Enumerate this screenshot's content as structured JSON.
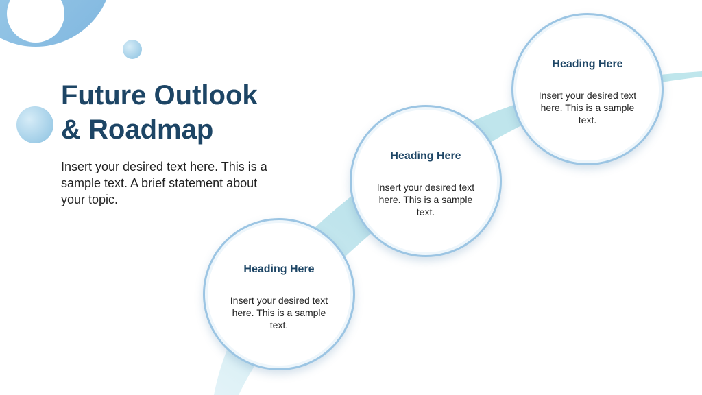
{
  "slide": {
    "title_line1": "Future Outlook",
    "title_line2": "& Roadmap",
    "intro": "Insert your desired text here. This is a sample text. A brief statement about your topic."
  },
  "steps": [
    {
      "heading": "Heading Here",
      "text": "Insert your desired text here. This is a sample text."
    },
    {
      "heading": "Heading Here",
      "text": "Insert your desired text here. This is a sample text."
    },
    {
      "heading": "Heading Here",
      "text": "Insert your desired text here. This is a sample text."
    }
  ],
  "colors": {
    "title": "#1d4565",
    "accent_blue": "#8fc0e2",
    "path_teal": "#b9e2ea"
  }
}
